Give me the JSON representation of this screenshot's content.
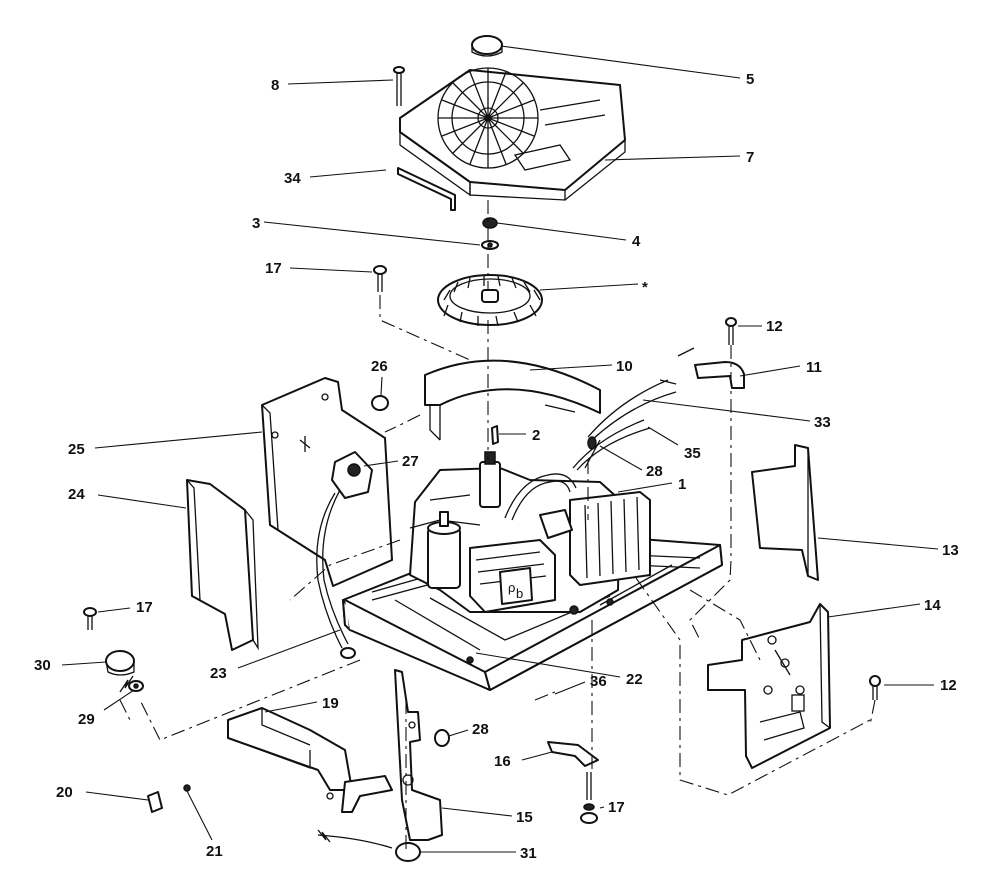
{
  "callouts": [
    {
      "id": "c5",
      "text": "5"
    },
    {
      "id": "c8",
      "text": "8"
    },
    {
      "id": "c7",
      "text": "7"
    },
    {
      "id": "c34",
      "text": "34"
    },
    {
      "id": "c3",
      "text": "3"
    },
    {
      "id": "c4",
      "text": "4"
    },
    {
      "id": "c17a",
      "text": "17"
    },
    {
      "id": "cstar",
      "text": "*"
    },
    {
      "id": "c12a",
      "text": "12"
    },
    {
      "id": "c10",
      "text": "10"
    },
    {
      "id": "c11",
      "text": "11"
    },
    {
      "id": "c26",
      "text": "26"
    },
    {
      "id": "c33",
      "text": "33"
    },
    {
      "id": "c2",
      "text": "2"
    },
    {
      "id": "c25",
      "text": "25"
    },
    {
      "id": "c35",
      "text": "35"
    },
    {
      "id": "c27",
      "text": "27"
    },
    {
      "id": "c28a",
      "text": "28"
    },
    {
      "id": "c1",
      "text": "1"
    },
    {
      "id": "c24",
      "text": "24"
    },
    {
      "id": "c13",
      "text": "13"
    },
    {
      "id": "c14",
      "text": "14"
    },
    {
      "id": "c17b",
      "text": "17"
    },
    {
      "id": "c30",
      "text": "30"
    },
    {
      "id": "c23",
      "text": "23"
    },
    {
      "id": "c22",
      "text": "22"
    },
    {
      "id": "c36",
      "text": "36"
    },
    {
      "id": "c12b",
      "text": "12"
    },
    {
      "id": "c29",
      "text": "29"
    },
    {
      "id": "c19",
      "text": "19"
    },
    {
      "id": "c28b",
      "text": "28"
    },
    {
      "id": "c16",
      "text": "16"
    },
    {
      "id": "c20",
      "text": "20"
    },
    {
      "id": "c15",
      "text": "15"
    },
    {
      "id": "c17c",
      "text": "17"
    },
    {
      "id": "c21",
      "text": "21"
    },
    {
      "id": "c31",
      "text": "31"
    }
  ]
}
